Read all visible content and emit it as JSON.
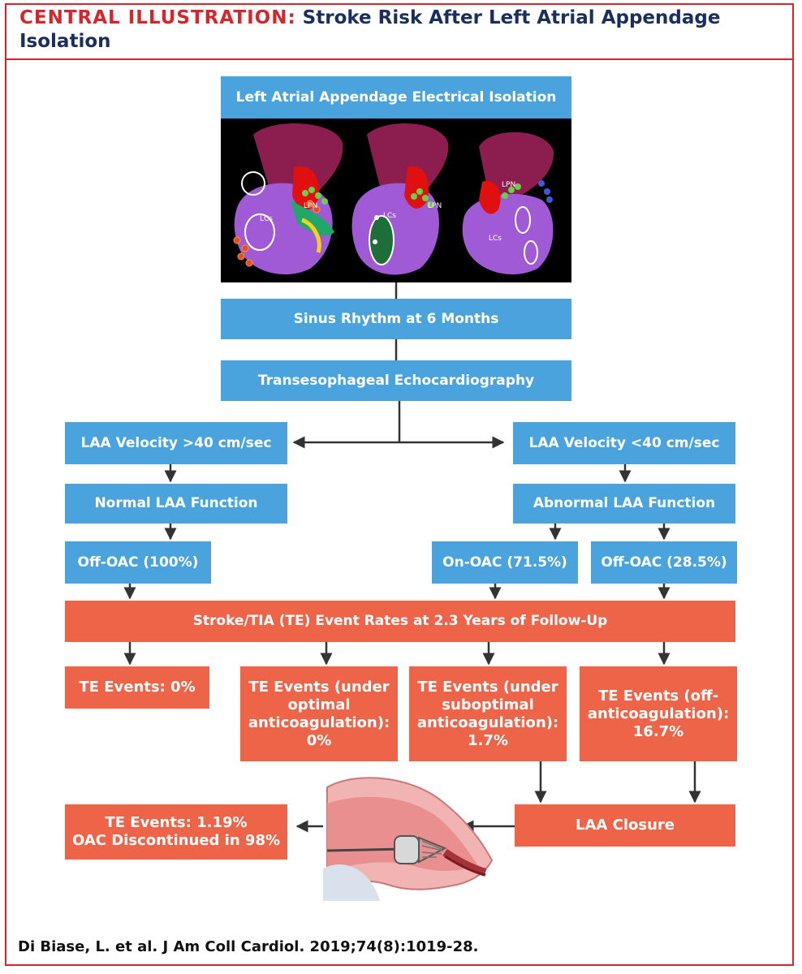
{
  "header": {
    "tag": "CENTRAL ILLUSTRATION:",
    "title": "Stroke Risk After Left Atrial Appendage Isolation"
  },
  "boxes": {
    "laa_isolation": "Left Atrial Appendage Electrical Isolation",
    "sinus_rhythm": "Sinus Rhythm at 6 Months",
    "tee": "Transesophageal Echocardiography",
    "velocity_high": "LAA Velocity >40 cm/sec",
    "velocity_low": "LAA Velocity <40 cm/sec",
    "normal_function": "Normal LAA Function",
    "abnormal_function": "Abnormal LAA Function",
    "off_oac_100": "Off-OAC (100%)",
    "on_oac_715": "On-OAC (71.5%)",
    "off_oac_285": "Off-OAC (28.5%)",
    "event_rates": "Stroke/TIA (TE) Event Rates at 2.3 Years of Follow-Up",
    "te_0": "TE Events: 0%",
    "te_optimal": "TE Events (under optimal anticoagulation): 0%",
    "te_suboptimal": "TE Events (under suboptimal anticoagulation): 1.7%",
    "te_off": "TE Events (off-anticoagulation): 16.7%",
    "laa_closure": "LAA Closure",
    "closure_result_line1": "TE Events: 1.19%",
    "closure_result_line2": "OAC Discontinued in 98%"
  },
  "map_labels": {
    "lpn": "LPN",
    "lcs": "LCs"
  },
  "citation": "Di Biase, L. et al. J Am Coll Cardiol. 2019;74(8):1019-28.",
  "colors": {
    "brand_red": "#d5262c",
    "title_navy": "#1b2e5e",
    "box_blue": "#4aa3dd",
    "box_coral": "#ee6449",
    "arrow": "#333333"
  }
}
